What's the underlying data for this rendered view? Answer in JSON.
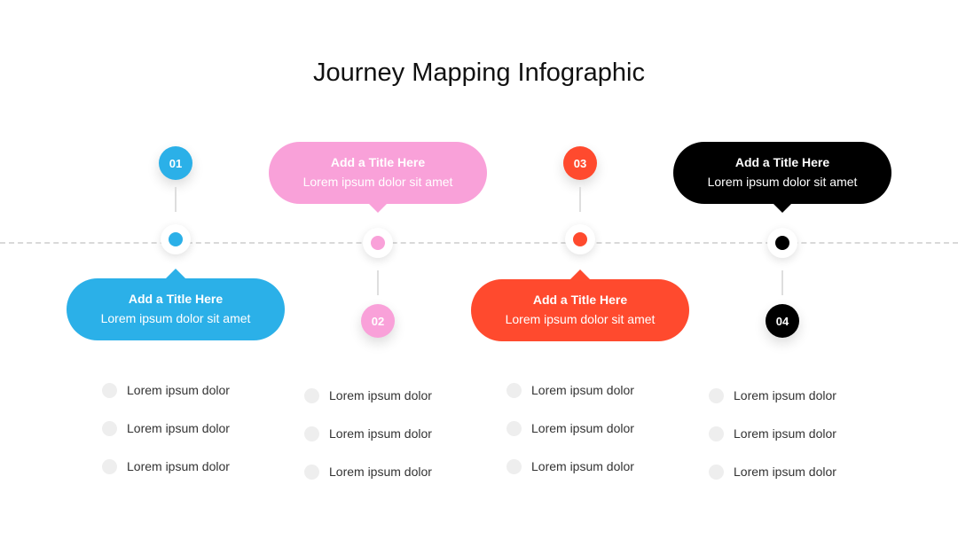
{
  "title": "Journey Mapping Infographic",
  "colors": {
    "blue": "#2bb0e8",
    "pink": "#f9a1d9",
    "red": "#ff4a2e",
    "black": "#000000"
  },
  "steps": [
    {
      "number": "01",
      "color": "#2bb0e8",
      "card_title": "Add a Title Here",
      "card_text": "Lorem ipsum dolor sit amet",
      "items": [
        "Lorem ipsum dolor",
        "Lorem ipsum dolor",
        "Lorem ipsum dolor"
      ]
    },
    {
      "number": "02",
      "color": "#f9a1d9",
      "card_title": "Add a Title Here",
      "card_text": "Lorem ipsum dolor sit amet",
      "items": [
        "Lorem ipsum dolor",
        "Lorem ipsum dolor",
        "Lorem ipsum dolor"
      ]
    },
    {
      "number": "03",
      "color": "#ff4a2e",
      "card_title": "Add a Title Here",
      "card_text": "Lorem ipsum dolor sit amet",
      "items": [
        "Lorem ipsum dolor",
        "Lorem ipsum dolor",
        "Lorem ipsum dolor"
      ]
    },
    {
      "number": "04",
      "color": "#000000",
      "card_title": "Add a Title Here",
      "card_text": "Lorem ipsum dolor sit amet",
      "items": [
        "Lorem ipsum dolor",
        "Lorem ipsum dolor",
        "Lorem ipsum dolor"
      ]
    }
  ]
}
